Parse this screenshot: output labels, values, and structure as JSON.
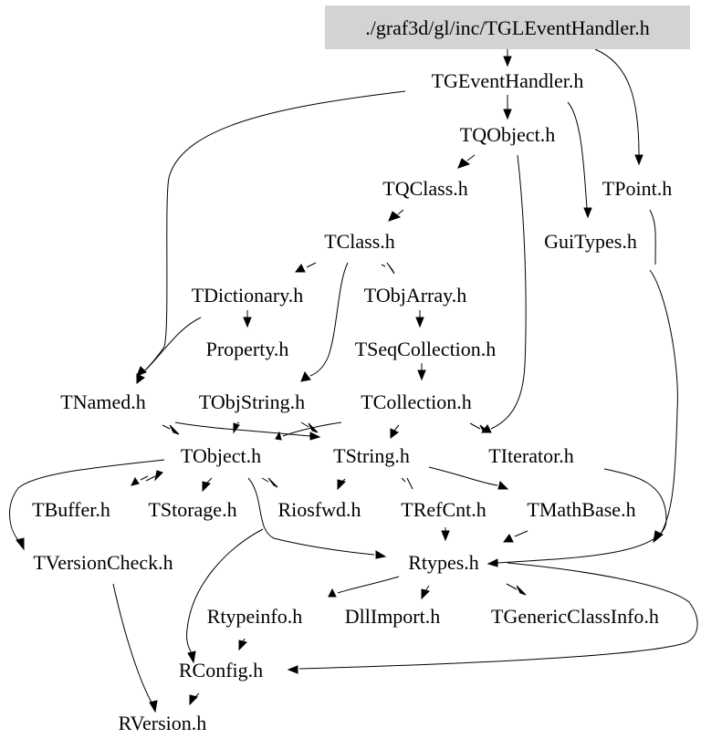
{
  "diagram": {
    "type": "include-dependency-graph",
    "root": "./graf3d/gl/inc/TGLEventHandler.h",
    "colors": {
      "root_fill": "#d3d3d3",
      "edge": "#000000",
      "text": "#000000",
      "background": "#ffffff"
    },
    "nodes": [
      {
        "id": "root",
        "label": "./graf3d/gl/inc/TGLEventHandler.h",
        "highlighted": true
      },
      {
        "id": "TGEventHandler",
        "label": "TGEventHandler.h"
      },
      {
        "id": "TQObject",
        "label": "TQObject.h"
      },
      {
        "id": "TPoint",
        "label": "TPoint.h"
      },
      {
        "id": "TQClass",
        "label": "TQClass.h"
      },
      {
        "id": "GuiTypes",
        "label": "GuiTypes.h"
      },
      {
        "id": "TClass",
        "label": "TClass.h"
      },
      {
        "id": "TDictionary",
        "label": "TDictionary.h"
      },
      {
        "id": "TObjArray",
        "label": "TObjArray.h"
      },
      {
        "id": "Property",
        "label": "Property.h"
      },
      {
        "id": "TSeqCollection",
        "label": "TSeqCollection.h"
      },
      {
        "id": "TNamed",
        "label": "TNamed.h"
      },
      {
        "id": "TObjString",
        "label": "TObjString.h"
      },
      {
        "id": "TCollection",
        "label": "TCollection.h"
      },
      {
        "id": "TObject",
        "label": "TObject.h"
      },
      {
        "id": "TString",
        "label": "TString.h"
      },
      {
        "id": "TIterator",
        "label": "TIterator.h"
      },
      {
        "id": "TBuffer",
        "label": "TBuffer.h"
      },
      {
        "id": "TStorage",
        "label": "TStorage.h"
      },
      {
        "id": "Riosfwd",
        "label": "Riosfwd.h"
      },
      {
        "id": "TRefCnt",
        "label": "TRefCnt.h"
      },
      {
        "id": "TMathBase",
        "label": "TMathBase.h"
      },
      {
        "id": "TVersionCheck",
        "label": "TVersionCheck.h"
      },
      {
        "id": "Rtypes",
        "label": "Rtypes.h"
      },
      {
        "id": "Rtypeinfo",
        "label": "Rtypeinfo.h"
      },
      {
        "id": "DllImport",
        "label": "DllImport.h"
      },
      {
        "id": "TGenericClassInfo",
        "label": "TGenericClassInfo.h"
      },
      {
        "id": "RConfig",
        "label": "RConfig.h"
      },
      {
        "id": "RVersion",
        "label": "RVersion.h"
      }
    ],
    "edges": [
      [
        "root",
        "TGEventHandler"
      ],
      [
        "root",
        "TPoint"
      ],
      [
        "TGEventHandler",
        "TQObject"
      ],
      [
        "TGEventHandler",
        "GuiTypes"
      ],
      [
        "TGEventHandler",
        "TNamed"
      ],
      [
        "TQObject",
        "TQClass"
      ],
      [
        "TQObject",
        "TString"
      ],
      [
        "TQClass",
        "TClass"
      ],
      [
        "TClass",
        "TDictionary"
      ],
      [
        "TClass",
        "TObjArray"
      ],
      [
        "TClass",
        "TObjString"
      ],
      [
        "TDictionary",
        "Property"
      ],
      [
        "TDictionary",
        "TNamed"
      ],
      [
        "TObjArray",
        "TSeqCollection"
      ],
      [
        "TSeqCollection",
        "TCollection"
      ],
      [
        "TNamed",
        "TObject"
      ],
      [
        "TNamed",
        "TString"
      ],
      [
        "TObjString",
        "TObject"
      ],
      [
        "TObjString",
        "TString"
      ],
      [
        "TCollection",
        "TObject"
      ],
      [
        "TCollection",
        "TString"
      ],
      [
        "TCollection",
        "TIterator"
      ],
      [
        "TObject",
        "TBuffer"
      ],
      [
        "TObject",
        "TStorage"
      ],
      [
        "TObject",
        "Riosfwd"
      ],
      [
        "TObject",
        "TVersionCheck"
      ],
      [
        "TObject",
        "Rtypes"
      ],
      [
        "TString",
        "Riosfwd"
      ],
      [
        "TString",
        "TRefCnt"
      ],
      [
        "TString",
        "TMathBase"
      ],
      [
        "TIterator",
        "Rtypes"
      ],
      [
        "GuiTypes",
        "Rtypes"
      ],
      [
        "TPoint",
        "Rtypes"
      ],
      [
        "TBuffer",
        "TStorage"
      ],
      [
        "TRefCnt",
        "Rtypes"
      ],
      [
        "TMathBase",
        "Rtypes"
      ],
      [
        "TStorage",
        "RConfig"
      ],
      [
        "Rtypes",
        "Rtypeinfo"
      ],
      [
        "Rtypes",
        "DllImport"
      ],
      [
        "Rtypes",
        "TGenericClassInfo"
      ],
      [
        "Rtypes",
        "RConfig"
      ],
      [
        "Rtypeinfo",
        "RConfig"
      ],
      [
        "TVersionCheck",
        "RVersion"
      ],
      [
        "RConfig",
        "RVersion"
      ]
    ]
  }
}
